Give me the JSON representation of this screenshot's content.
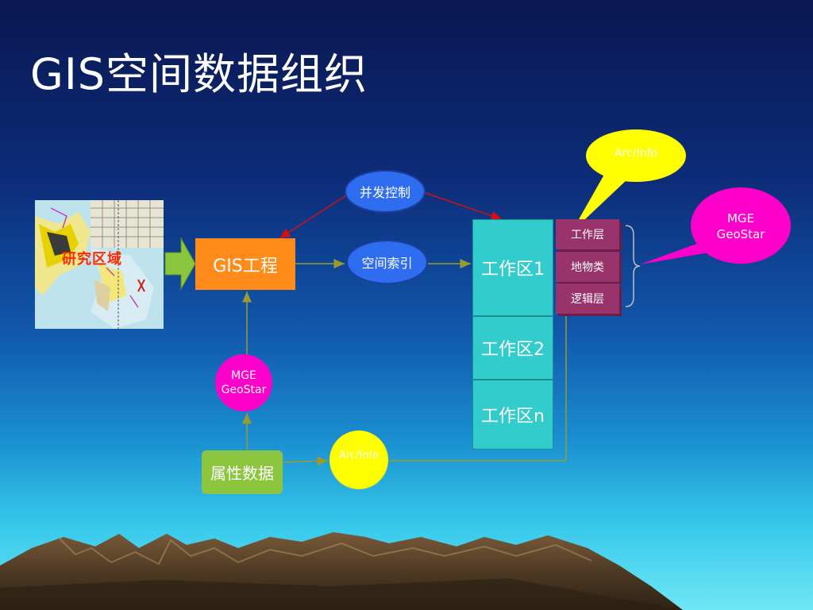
{
  "title": "GIS空间数据组织",
  "map": {
    "label": "研究区域"
  },
  "nodes": {
    "gis_project": "GIS工程",
    "concurrency_control": "并发控制",
    "spatial_index": "空间索引",
    "mge_geostar_left": [
      "MGE",
      "GeoStar"
    ],
    "attribute_data": "属性数据",
    "arcinfo_bottom": "Arc/Info"
  },
  "workspaces": [
    "工作区1",
    "工作区2",
    "工作区n"
  ],
  "layers": [
    "工作层",
    "地物类",
    "逻辑层"
  ],
  "callouts": {
    "arcinfo": "Arc/Info",
    "mge_geostar": [
      "MGE",
      "GeoStar"
    ]
  },
  "colors": {
    "orange": "#ff8c1a",
    "blue": "#2f6df0",
    "magenta": "#ff00cc",
    "yellow": "#ffff00",
    "cyan": "#33cccc",
    "purple": "#99336b",
    "green": "#8cc63f"
  }
}
